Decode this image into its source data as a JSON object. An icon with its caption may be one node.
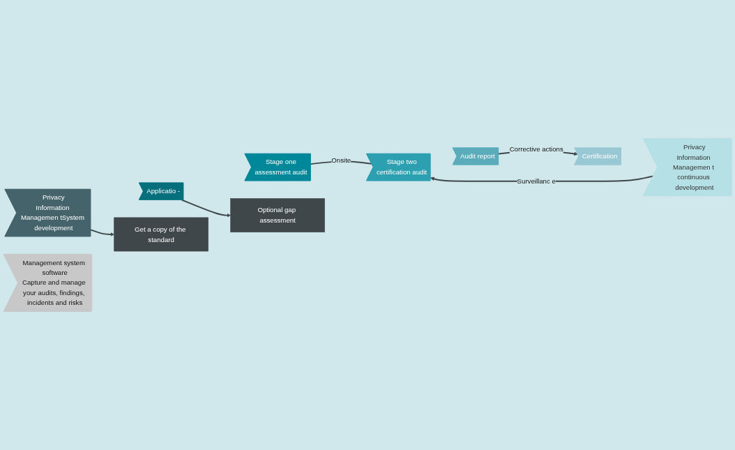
{
  "diagram": {
    "nodes": [
      {
        "text": [
          "Privacy",
          "Information Managemen tSystem development"
        ]
      },
      {
        "text": [
          "Applicatio -"
        ]
      },
      {
        "text": [
          "Stage one",
          "assessment audit"
        ]
      },
      {
        "text": [
          "Stage two",
          "certification audit"
        ]
      },
      {
        "text": [
          "Audit report"
        ]
      },
      {
        "text": [
          "Certification"
        ]
      },
      {
        "text": [
          "Privacy",
          "Information Managemen t continuous development"
        ]
      },
      {
        "text": [
          "Get a copy of the standard"
        ]
      },
      {
        "text": [
          "Optional gap assessment"
        ]
      },
      {
        "text": [
          "Management system software",
          "Capture and manage your audits, findings, incidents and risks"
        ]
      }
    ],
    "edges": [
      {
        "from": 0,
        "to": 7,
        "arrow": "to"
      },
      {
        "from": 1,
        "to": 8,
        "arrow": "to"
      },
      {
        "from": 2,
        "to": 3,
        "label": "Onsite",
        "arrow": "none"
      },
      {
        "from": 4,
        "to": 5,
        "label": "Corrective actions",
        "arrow": "to"
      },
      {
        "from": 6,
        "to": 3,
        "label": "Surveillanc e",
        "arrow": "to"
      }
    ]
  }
}
